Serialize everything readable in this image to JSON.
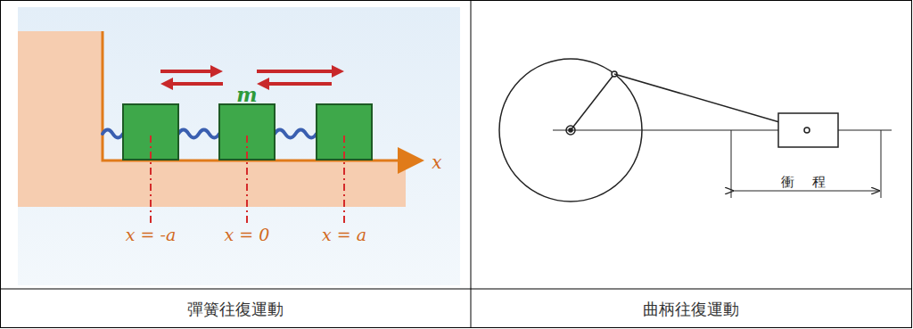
{
  "diagram": {
    "labels": [
      "m",
      "x = -a",
      "x = 0",
      "x = a",
      "x",
      "衝 程",
      "彈簧往復運動",
      "曲柄往復運動"
    ]
  }
}
